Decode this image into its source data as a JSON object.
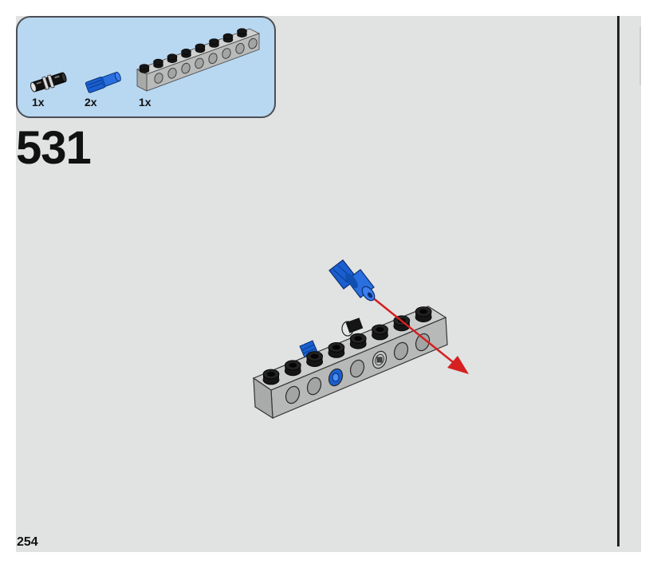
{
  "parts_panel": {
    "items": [
      {
        "name": "black-axle-pin",
        "color": "#111111",
        "quantity": "1x"
      },
      {
        "name": "blue-axle-pin",
        "color": "#1a5fd0",
        "quantity": "2x"
      },
      {
        "name": "light-gray-technic-brick-1x8",
        "color": "#b7b8b8",
        "quantity": "1x"
      }
    ],
    "background": "#b8d7f1",
    "border": "#4a4f55"
  },
  "step": {
    "number": "531"
  },
  "page": {
    "number": "254",
    "background": "#e1e2e2"
  },
  "illustration": {
    "brick_color": "#b7b8b8",
    "stud_color": "#151515",
    "pin_color": "#1a5fd0",
    "arrow_color": "#d42020"
  }
}
